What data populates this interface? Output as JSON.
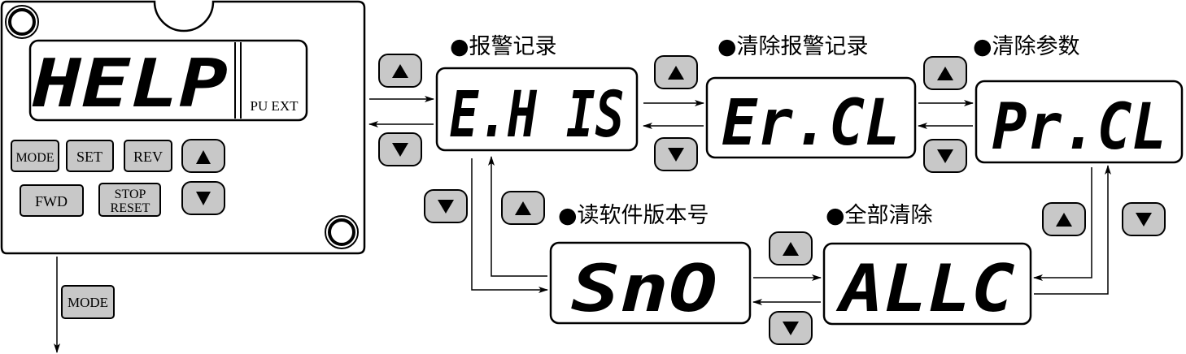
{
  "panel": {
    "display_text": "HELP",
    "indicators": "PU EXT",
    "buttons": {
      "mode": "MODE",
      "set": "SET",
      "rev": "REV",
      "fwd": "FWD",
      "stop_line1": "STOP",
      "stop_line2": "RESET"
    }
  },
  "mode_key": "MODE",
  "screens": {
    "alarm_history": {
      "caption": "●报警记录",
      "display": "E.H IS"
    },
    "clear_alarm": {
      "caption": "●清除报警记录",
      "display": "Er.CL"
    },
    "clear_params": {
      "caption": "●清除参数",
      "display": "Pr.CL"
    },
    "software_version": {
      "caption": "●读软件版本号",
      "display": "SnO"
    },
    "all_clear": {
      "caption": "●全部清除",
      "display": "ALLC"
    }
  },
  "colors": {
    "key_fill": "#c8c8c8",
    "line": "#000000",
    "background": "#ffffff"
  }
}
